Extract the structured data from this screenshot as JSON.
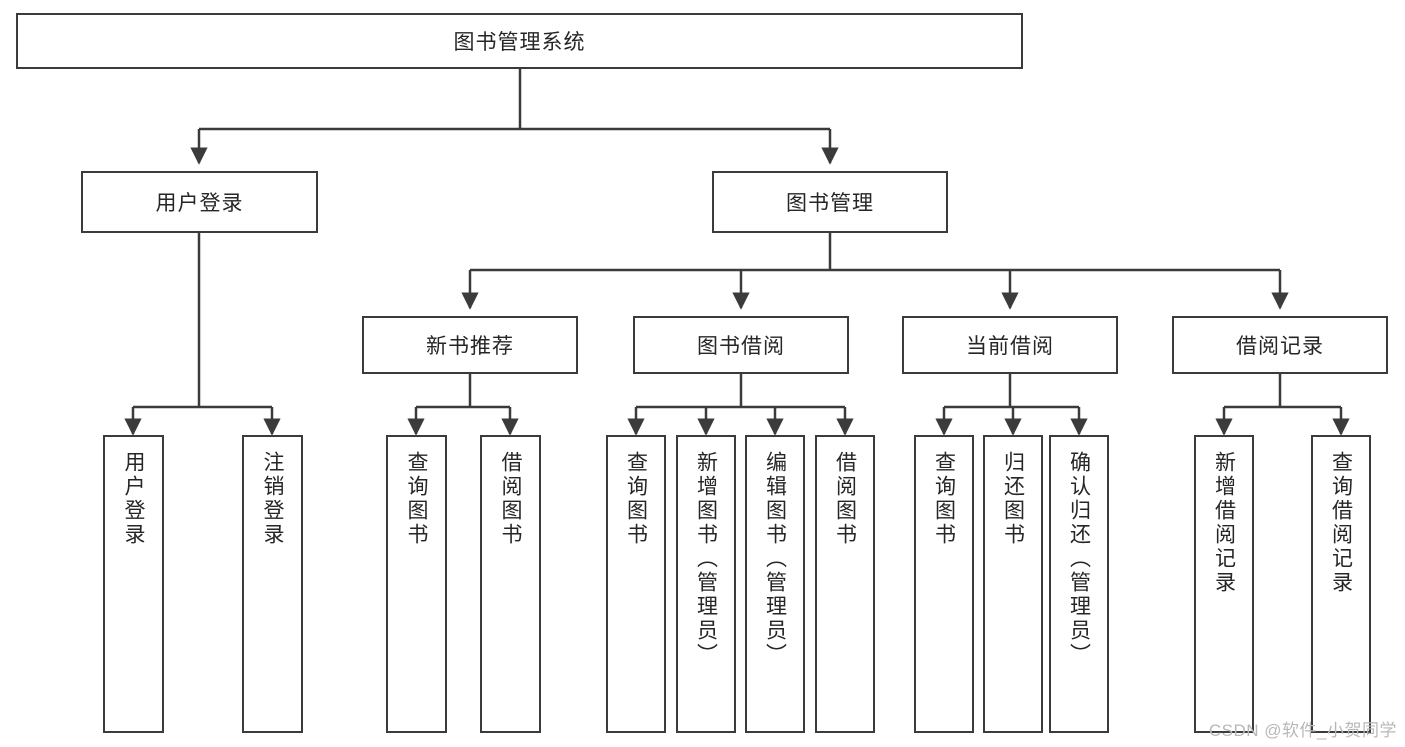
{
  "diagram": {
    "title_node": {
      "label": "图书管理系统"
    },
    "level2": [
      {
        "label": "用户登录"
      },
      {
        "label": "图书管理"
      }
    ],
    "level3": [
      {
        "label": "新书推荐"
      },
      {
        "label": "图书借阅"
      },
      {
        "label": "当前借阅"
      },
      {
        "label": "借阅记录"
      }
    ],
    "leaves": {
      "user_login": [
        {
          "label": "用户登录"
        },
        {
          "label": "注销登录"
        }
      ],
      "new_book_recommend": [
        {
          "label": "查询图书"
        },
        {
          "label": "借阅图书"
        }
      ],
      "book_borrow": [
        {
          "label": "查询图书"
        },
        {
          "label": "新增图书（管理员）"
        },
        {
          "label": "编辑图书（管理员）"
        },
        {
          "label": "借阅图书"
        }
      ],
      "current_borrow": [
        {
          "label": "查询图书"
        },
        {
          "label": "归还图书"
        },
        {
          "label": "确认归还（管理员）"
        }
      ],
      "borrow_record": [
        {
          "label": "新增借阅记录"
        },
        {
          "label": "查询借阅记录"
        }
      ]
    }
  },
  "watermark": {
    "text": "CSDN @软件_小贺同学"
  },
  "colors": {
    "stroke": "#3b3b3b",
    "background": "#ffffff",
    "text": "#262626",
    "watermark": "#b8b8b8"
  }
}
